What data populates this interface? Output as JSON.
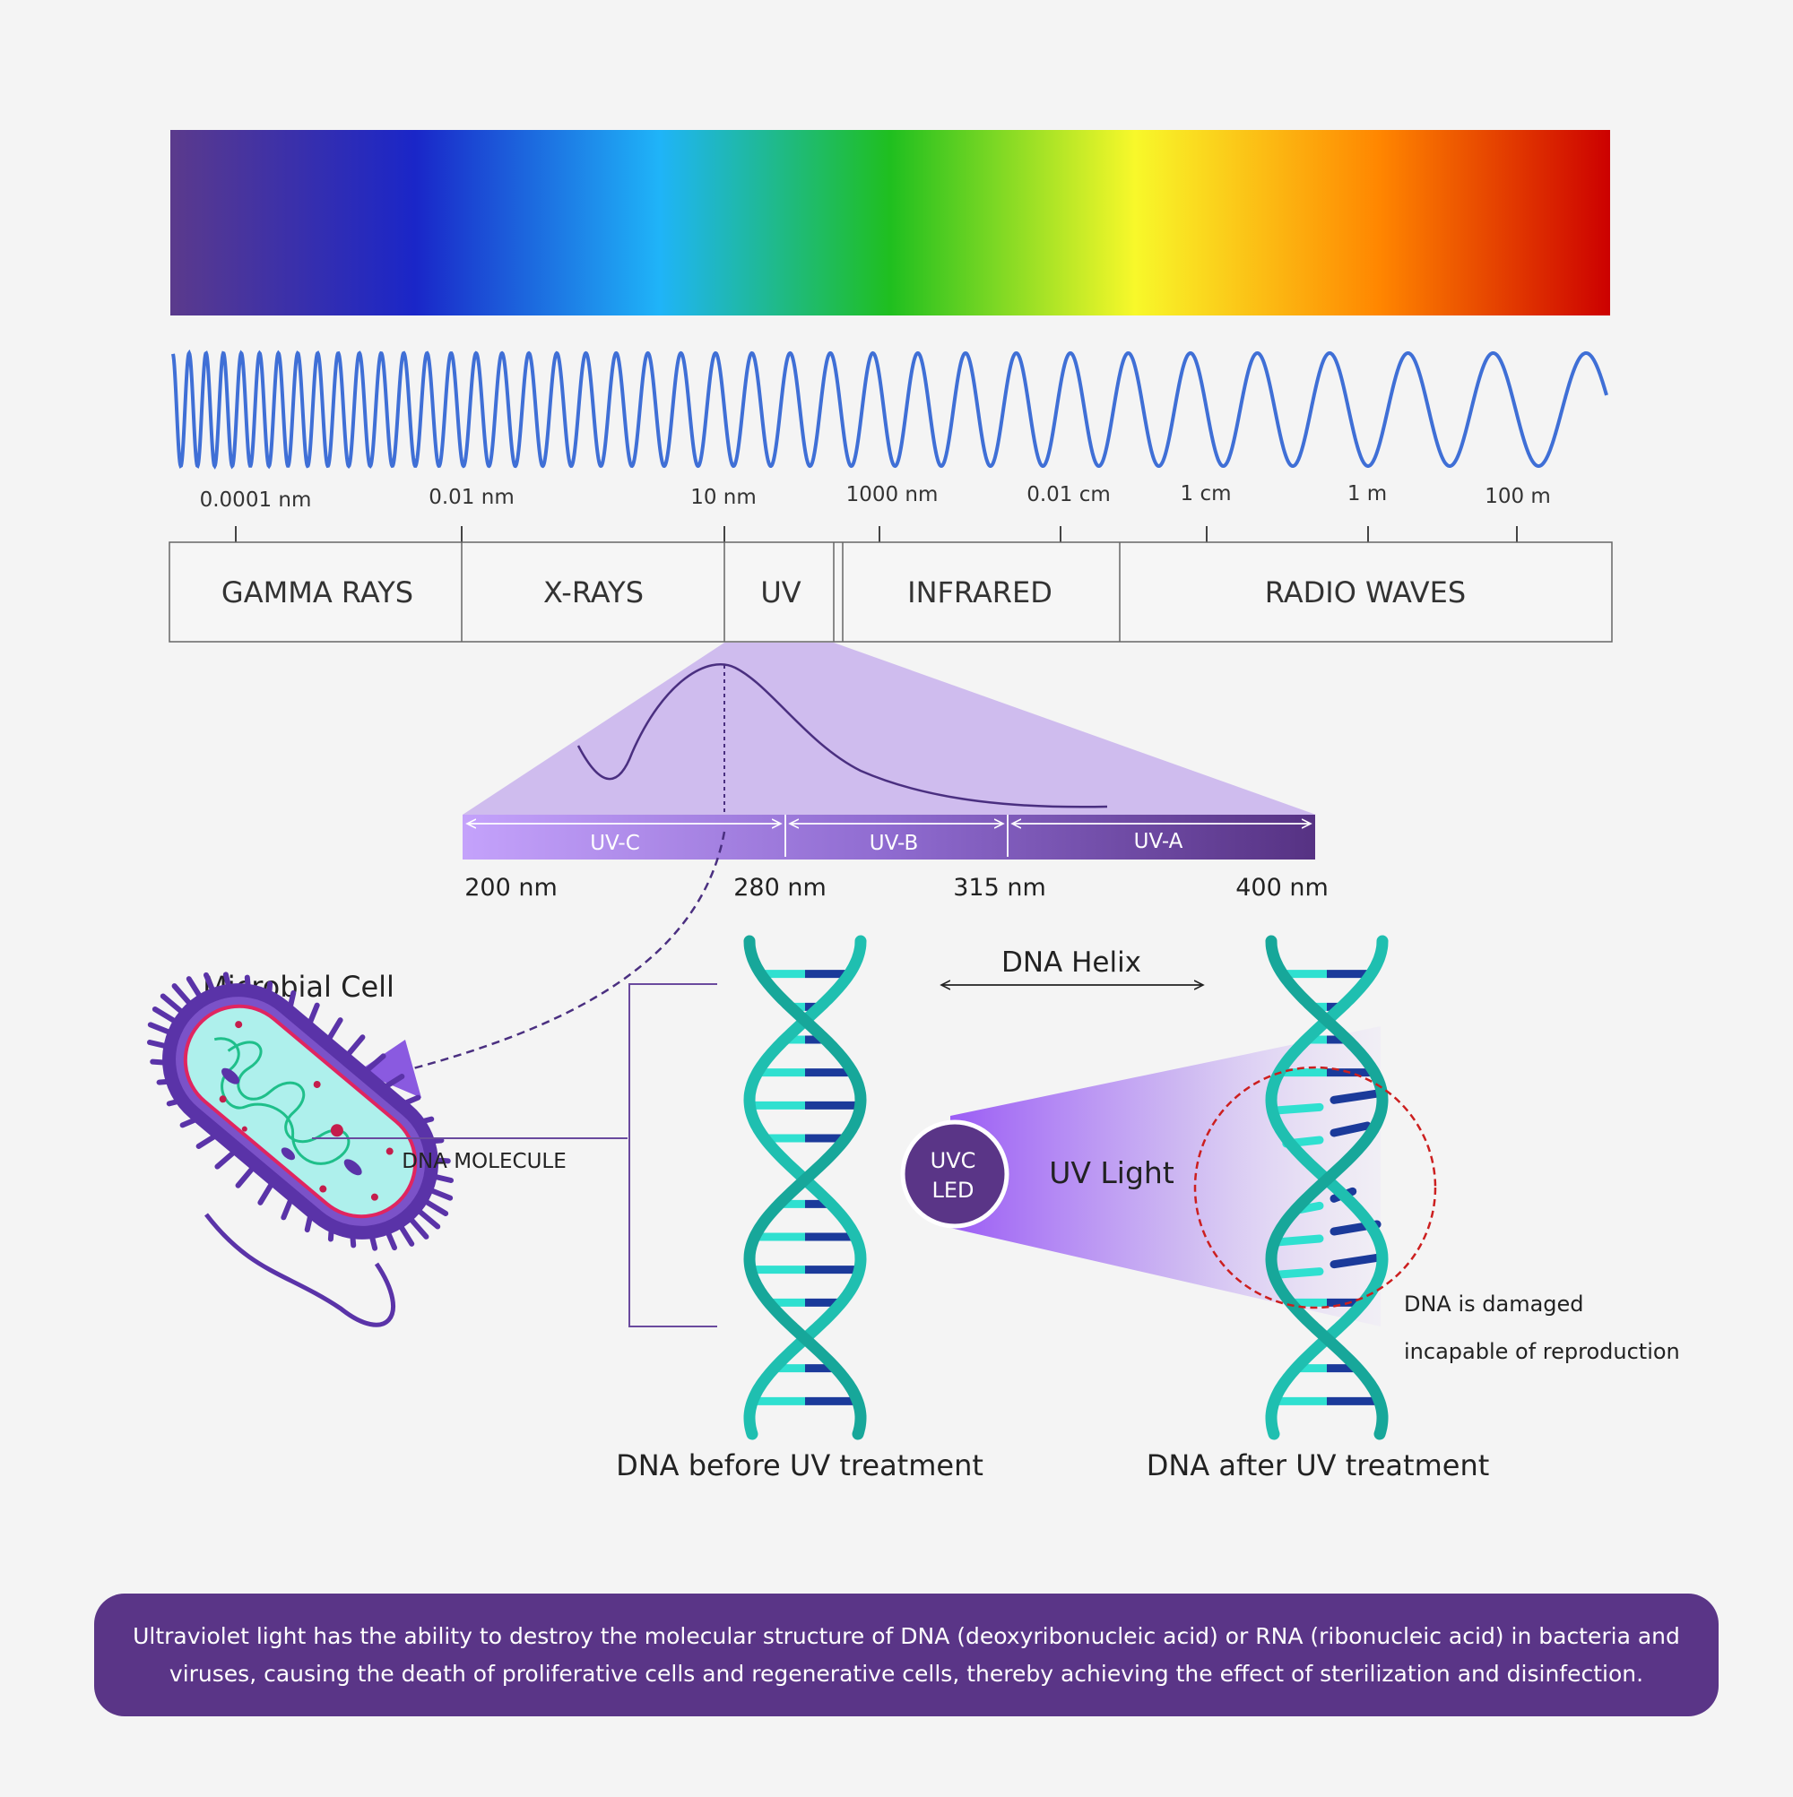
{
  "spectrum": {
    "scale_labels": [
      "0.0001 nm",
      "0.01 nm",
      "10 nm",
      "1000 nm",
      "0.01 cm",
      "1 cm",
      "1 m",
      "100 m"
    ],
    "bands": [
      "GAMMA RAYS",
      "X-RAYS",
      "UV",
      "INFRARED",
      "RADIO WAVES"
    ],
    "gradient_colors": [
      "#5b3a8c",
      "#1a26c8",
      "#1fb4f8",
      "#1fbf1f",
      "#f8f82a",
      "#ff8600",
      "#cc0000"
    ]
  },
  "uv_detail": {
    "bands": [
      "UV-C",
      "UV-B",
      "UV-A"
    ],
    "wavelengths": [
      "200 nm",
      "280 nm",
      "315 nm",
      "400 nm"
    ]
  },
  "labels": {
    "microbial_cell": "Microbial Cell",
    "dna_molecule": "DNA MOLECULE",
    "dna_helix": "DNA Helix",
    "uvc_led_line1": "UVC",
    "uvc_led_line2": "LED",
    "uv_light": "UV Light",
    "damaged_line1": "DNA is damaged",
    "damaged_line2": "incapable of reproduction",
    "dna_before": "DNA before UV treatment",
    "dna_after": "DNA after UV treatment"
  },
  "caption": "Ultraviolet light has the ability to destroy the molecular structure of DNA (deoxyribonucleic acid) or RNA (ribonucleic acid) in bacteria and viruses, causing the death of proliferative cells and regenerative cells, thereby achieving the effect of sterilization and disinfection.",
  "colors": {
    "purple": "#5a3587",
    "teal": "#1fbfb0",
    "navy": "#1b3a9a",
    "uv_light": "#9b5cf5",
    "damage_circle": "#cc1f1f"
  }
}
